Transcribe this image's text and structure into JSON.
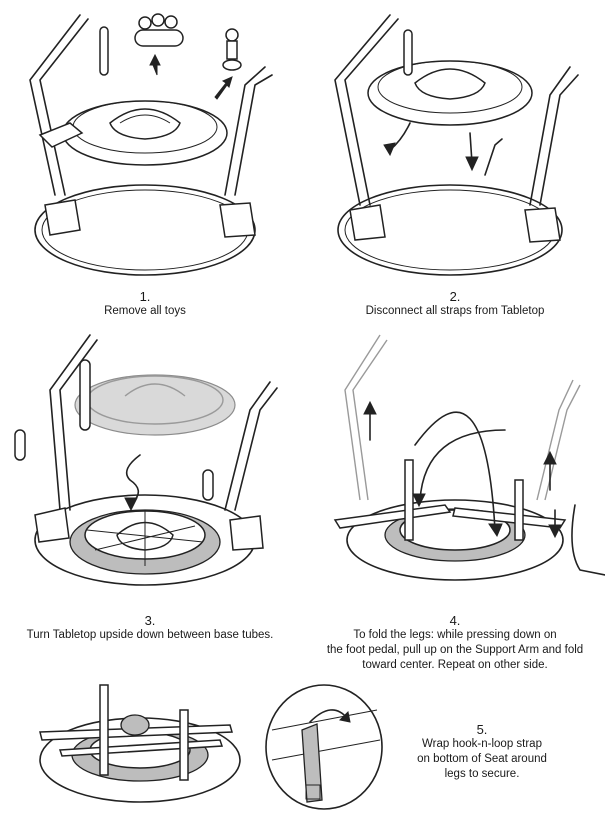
{
  "steps": [
    {
      "number": "1.",
      "lines": [
        "Remove all toys"
      ]
    },
    {
      "number": "2.",
      "lines": [
        "Disconnect all straps from Tabletop"
      ]
    },
    {
      "number": "3.",
      "lines": [
        "Turn Tabletop upside down between base tubes."
      ]
    },
    {
      "number": "4.",
      "lines": [
        "To fold the legs: while pressing down on",
        "the foot pedal, pull up on the Support Arm and fold",
        "toward center. Repeat on other side."
      ]
    },
    {
      "number": "5.",
      "lines": [
        "Wrap hook-n-loop strap",
        "on bottom of Seat around",
        "legs to secure."
      ]
    }
  ]
}
